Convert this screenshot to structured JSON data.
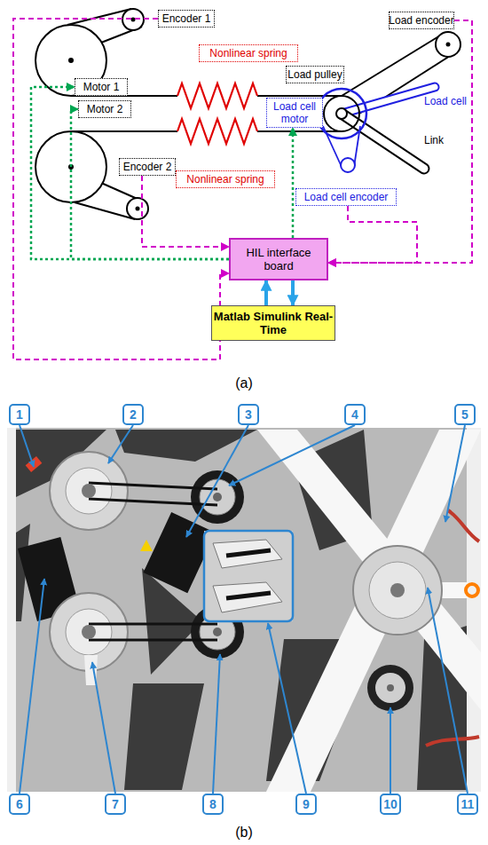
{
  "diagram": {
    "nodes": [
      {
        "text": [
          "Encoder 1"
        ]
      },
      {
        "text": [
          "Load encoder"
        ]
      },
      {
        "text": [
          "Nonlinear spring"
        ]
      },
      {
        "text": [
          "Load pulley"
        ]
      },
      {
        "text": [
          "Motor 1"
        ]
      },
      {
        "text": [
          "Motor 2"
        ]
      },
      {
        "text": [
          "Load cell motor"
        ]
      },
      {
        "text": [
          "Encoder 2"
        ]
      },
      {
        "text": [
          "Nonlinear spring"
        ]
      },
      {
        "text": [
          "Load cell encoder"
        ]
      },
      {
        "text": [
          "HIL interface board"
        ]
      },
      {
        "text": [
          "Matlab Simulink Real-Time"
        ]
      }
    ],
    "edges": [
      {
        "from": 0,
        "to": 10,
        "arrow": "to"
      },
      {
        "from": 7,
        "to": 10,
        "arrow": "to"
      },
      {
        "from": 1,
        "to": 10,
        "arrow": "to"
      },
      {
        "from": 9,
        "to": 10,
        "arrow": "to"
      },
      {
        "from": 10,
        "to": 4,
        "arrow": "to"
      },
      {
        "from": 10,
        "to": 5,
        "arrow": "to"
      },
      {
        "from": 10,
        "to": 6,
        "arrow": "to"
      },
      {
        "from": 11,
        "to": 10,
        "arrow": "to"
      },
      {
        "from": 10,
        "to": 11,
        "arrow": "to"
      }
    ],
    "labels": [
      "Load cell",
      "Link",
      "(a)",
      "1",
      "2",
      "3",
      "4",
      "5",
      "6",
      "7",
      "8",
      "9",
      "10",
      "11",
      "(b)"
    ]
  }
}
